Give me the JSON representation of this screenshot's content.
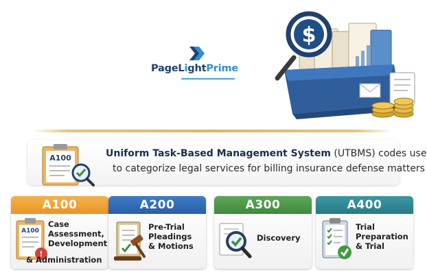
{
  "brand": {
    "logo_part1": "PageL",
    "logo_part2": "i",
    "logo_part3": "ght",
    "logo_part4": "Prime",
    "colors": {
      "dark": "#22406f",
      "light": "#2f8fd1"
    }
  },
  "illustration": {
    "icon": "folder-with-dollar-magnifier-icon",
    "coins_icon": "gold-coins-icon"
  },
  "intro": {
    "strong": "Uniform Task-Based Management System",
    "rest_line1": " (UTBMS) codes used",
    "line2": "to categorize legal services for billing insurance defense matters",
    "icon_code": "A100"
  },
  "cards": [
    {
      "code": "A100",
      "line1": "Case",
      "line2": "Assessment,",
      "line3": "Development",
      "line4": "& Administration",
      "icon": "clipboard-alert-icon",
      "icon_code": "A100",
      "color": "#ea9428"
    },
    {
      "code": "A200",
      "line1": "Pre-Trial",
      "line2": "Pleadings",
      "line3": "& Motions",
      "icon": "gavel-document-icon",
      "color": "#2a5ea8"
    },
    {
      "code": "A300",
      "line1": "Discovery",
      "icon": "magnifier-check-icon",
      "color": "#3f8a3e"
    },
    {
      "code": "A400",
      "line1": "Trial",
      "line2": "Preparation",
      "line3": "& Trial",
      "icon": "checklist-check-icon",
      "color": "#267b87"
    }
  ]
}
